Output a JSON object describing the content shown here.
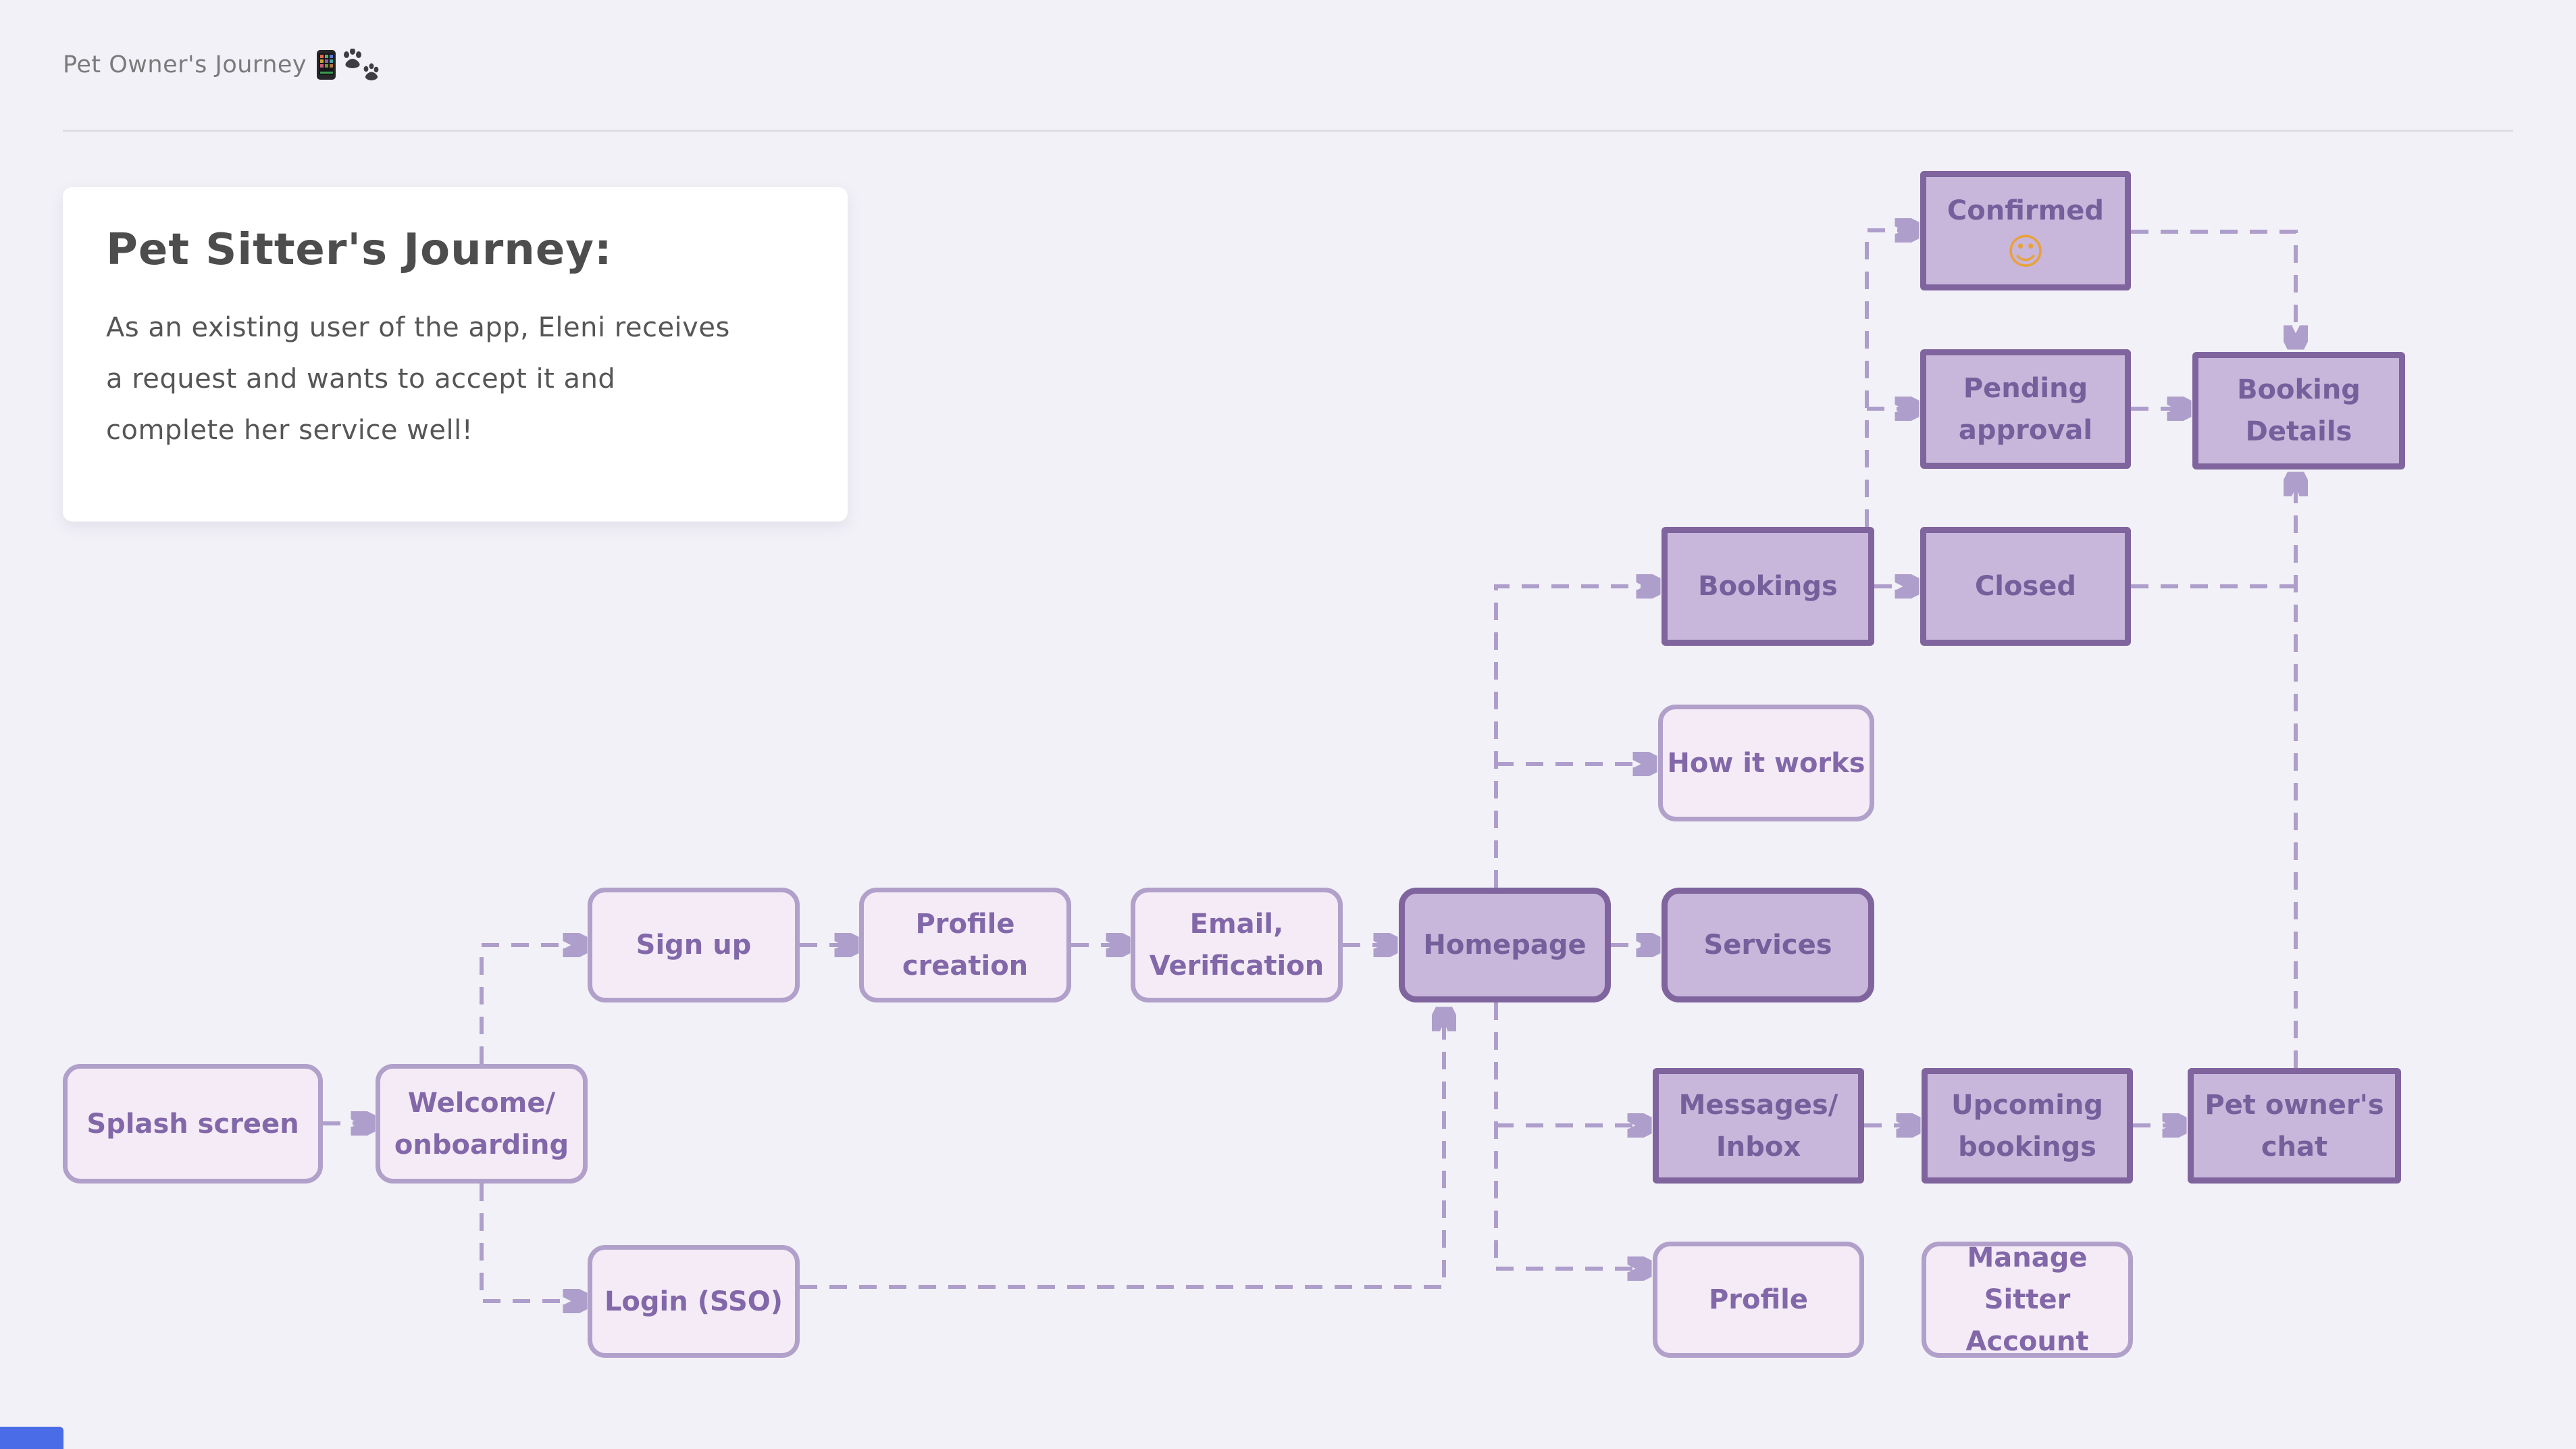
{
  "page": {
    "title": "Pet Owner's Journey",
    "title_icons": [
      "phone-icon",
      "paw-prints-icon"
    ]
  },
  "card": {
    "title": "Pet Sitter's Journey:",
    "body": "As an existing user of the app, Eleni receives\na request and wants to accept it and\ncomplete her service well!"
  },
  "nodes": {
    "splash": {
      "label": "Splash screen"
    },
    "welcome": {
      "label": "Welcome/\nonboarding"
    },
    "signup": {
      "label": "Sign up"
    },
    "profile_creation": {
      "label": "Profile\ncreation"
    },
    "email_verification": {
      "label": "Email,\nVerification"
    },
    "homepage": {
      "label": "Homepage"
    },
    "services": {
      "label": "Services"
    },
    "bookings": {
      "label": "Bookings"
    },
    "closed": {
      "label": "Closed"
    },
    "confirmed": {
      "label": "Confirmed",
      "emoji": "☺"
    },
    "pending_approval": {
      "label": "Pending\napproval"
    },
    "booking_details": {
      "label": "Booking\nDetails"
    },
    "how_it_works": {
      "label": "How it works"
    },
    "messages_inbox": {
      "label": "Messages/\nInbox"
    },
    "upcoming_bookings": {
      "label": "Upcoming\nbookings"
    },
    "pet_owners_chat": {
      "label": "Pet owner's\nchat"
    },
    "login": {
      "label": "Login (SSO)"
    },
    "profile": {
      "label": "Profile"
    },
    "manage_sitter": {
      "label": "Manage Sitter\nAccount"
    }
  },
  "edges": [
    {
      "from": "splash",
      "to": "welcome"
    },
    {
      "from": "welcome",
      "to": "signup"
    },
    {
      "from": "welcome",
      "to": "login"
    },
    {
      "from": "signup",
      "to": "profile_creation"
    },
    {
      "from": "profile_creation",
      "to": "email_verification"
    },
    {
      "from": "email_verification",
      "to": "homepage"
    },
    {
      "from": "login",
      "to": "homepage"
    },
    {
      "from": "homepage",
      "to": "bookings"
    },
    {
      "from": "homepage",
      "to": "how_it_works"
    },
    {
      "from": "homepage",
      "to": "services"
    },
    {
      "from": "homepage",
      "to": "messages_inbox"
    },
    {
      "from": "homepage",
      "to": "profile"
    },
    {
      "from": "bookings",
      "to": "closed"
    },
    {
      "from": "bookings",
      "to": "pending_approval"
    },
    {
      "from": "bookings",
      "to": "confirmed"
    },
    {
      "from": "confirmed",
      "to": "booking_details"
    },
    {
      "from": "pending_approval",
      "to": "booking_details"
    },
    {
      "from": "closed",
      "to": "booking_details"
    },
    {
      "from": "messages_inbox",
      "to": "upcoming_bookings"
    },
    {
      "from": "upcoming_bookings",
      "to": "pet_owners_chat"
    },
    {
      "from": "pet_owners_chat",
      "to": "booking_details"
    }
  ],
  "colors": {
    "background": "#f2f1f7",
    "node_dark_fill": "#c8b7db",
    "node_dark_border": "#7f649e",
    "node_light_fill": "#f4ebf7",
    "node_light_border": "#b1a0ca",
    "node_text": "#75609c",
    "arrow": "#ae9ecb",
    "card_background": "#ffffff",
    "card_title_text": "#4d4d4d",
    "header_text": "#7b7b7b",
    "smiley": "#e9a13b",
    "corner_chip": "#4a6ce6"
  }
}
